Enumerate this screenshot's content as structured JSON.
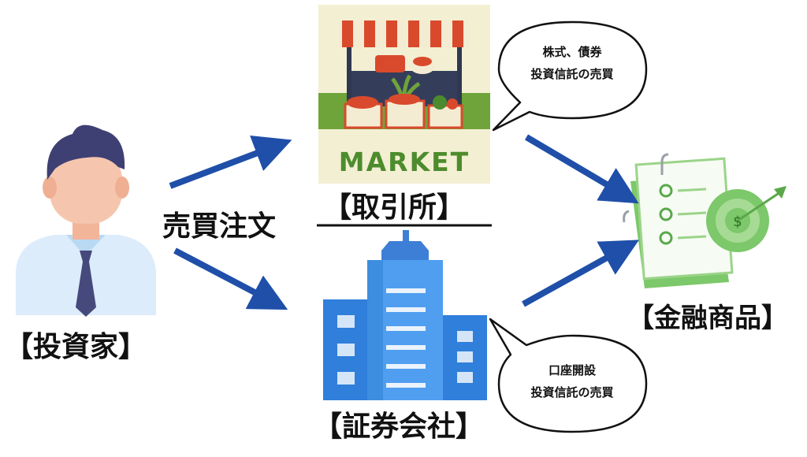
{
  "nodes": {
    "investor": {
      "label": "【投資家】"
    },
    "exchange": {
      "label": "【取引所】",
      "sign": "MARKET"
    },
    "securities": {
      "label": "【証券会社】"
    },
    "products": {
      "label": "【金融商品】"
    }
  },
  "edge_label": "売買注文",
  "bubbles": {
    "top": {
      "line1": "株式、債券",
      "line2": "投資信託の売買"
    },
    "bottom": {
      "line1": "口座開設",
      "line2": "投資信託の売買"
    }
  },
  "colors": {
    "arrow": "#1f4fa8",
    "market_bg": "#f3efd3",
    "market_green": "#6fa43a",
    "building_blue": "#3d8ee0",
    "products_green": "#7cc86a"
  }
}
